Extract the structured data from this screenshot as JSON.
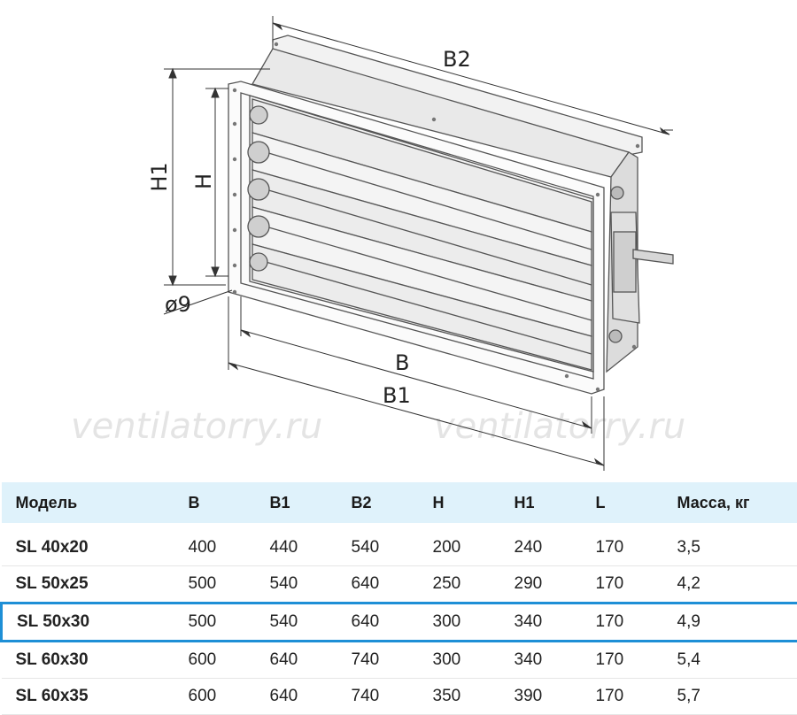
{
  "drawing": {
    "labels": {
      "b": "B",
      "b1": "B1",
      "b2": "B2",
      "h": "H",
      "h1": "H1",
      "hole": "ø9"
    },
    "watermark": [
      "ventilatorry.ru",
      "ventilatorry.ru"
    ]
  },
  "table": {
    "headers": [
      "Модель",
      "B",
      "B1",
      "B2",
      "H",
      "H1",
      "L",
      "Масса, кг"
    ],
    "highlight_index": 2,
    "highlight_color": "#1e8fd6",
    "header_bg": "#dff2fb",
    "rows": [
      [
        "SL 40x20",
        "400",
        "440",
        "540",
        "200",
        "240",
        "170",
        "3,5"
      ],
      [
        "SL 50x25",
        "500",
        "540",
        "640",
        "250",
        "290",
        "170",
        "4,2"
      ],
      [
        "SL 50x30",
        "500",
        "540",
        "640",
        "300",
        "340",
        "170",
        "4,9"
      ],
      [
        "SL 60x30",
        "600",
        "640",
        "740",
        "300",
        "340",
        "170",
        "5,4"
      ],
      [
        "SL 60x35",
        "600",
        "640",
        "740",
        "350",
        "390",
        "170",
        "5,7"
      ]
    ]
  }
}
